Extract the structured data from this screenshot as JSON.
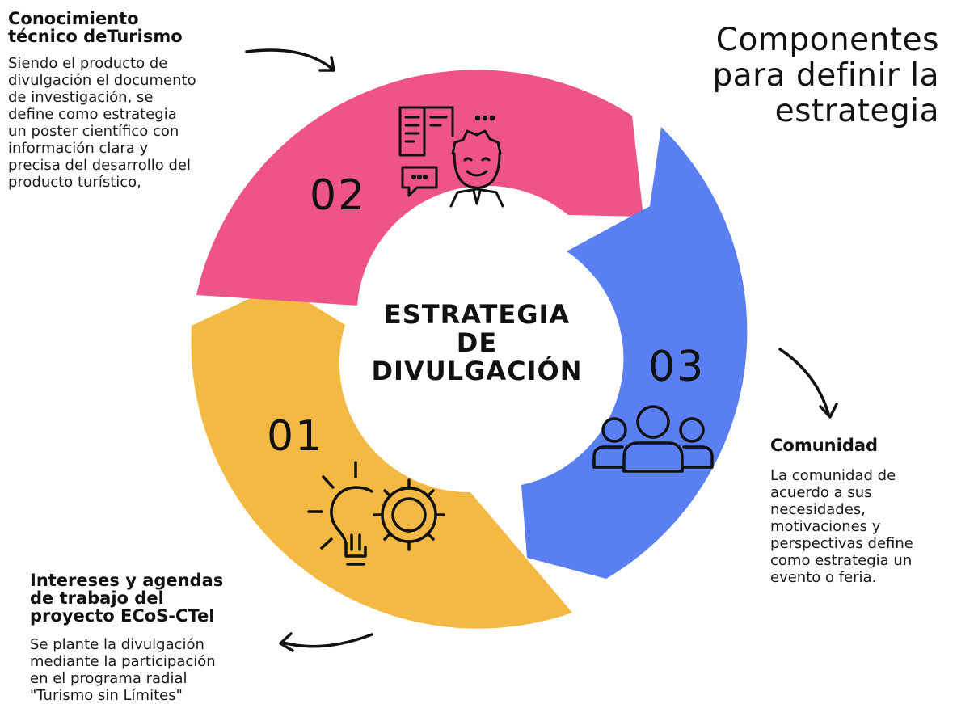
{
  "title": "Componentes\npara definir la\nestrategia",
  "center": {
    "label": "ESTRATEGIA\nDE\nDIVULGACIÓN",
    "fill": "#ffffff"
  },
  "segments": [
    {
      "number": "01",
      "color": "#F4B942",
      "icon": "lightbulb-gear-icon",
      "heading": "Intereses y agendas\nde trabajo del\nproyecto ECoS-CTeI",
      "text": "Se plante la divulgación\nmediante la participación\nen el programa radial\n\"Turismo sin Límites\""
    },
    {
      "number": "02",
      "color": "#EE5489",
      "icon": "research-document-person-icon",
      "heading": "Conocimiento\ntécnico deTurismo",
      "text": "Siendo el producto de\ndivulgación el documento\nde investigación, se\ndefine como estrategia\nun poster científico con\ninformación clara y\nprecisa del desarrollo del\nproducto turístico,"
    },
    {
      "number": "03",
      "color": "#5A7FF3",
      "icon": "community-people-icon",
      "heading": "Comunidad",
      "text": "La comunidad de\nacuerdo a sus\nnecesidades,\nmotivaciones y\nperspectivas define\ncomo estrategia un\nevento o feria."
    }
  ]
}
